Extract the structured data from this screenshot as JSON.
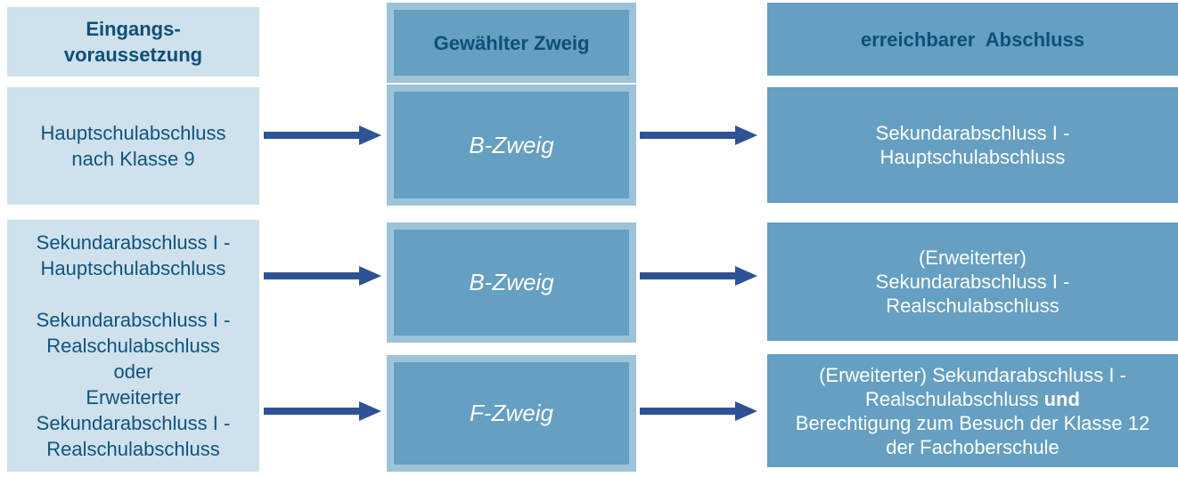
{
  "diagram": {
    "title_hint": "Schulzweig-Übersicht (Eingangsvoraussetzung → Zweig → Abschluss)",
    "colors": {
      "light_blue_fill": "#cee1ec",
      "pale_blue_border": "#9dc3d8",
      "medium_blue_fill": "#659fc1",
      "dark_blue_text": "#0e4f78",
      "arrow_blue": "#2e5296",
      "white_text": "#ffffff"
    },
    "columns": {
      "eingang": {
        "header": "Eingangs-\nvoraussetzung",
        "boxes": [
          {
            "text": "Hauptschulabschluss\nnach Klasse 9"
          },
          {
            "text": "Sekundarabschluss I -\nHauptschulabschluss\n\nSekundarabschluss I -\nRealschulabschluss\noder\nErweiterter\nSekundarabschluss I -\nRealschulabschluss"
          }
        ]
      },
      "zweig": {
        "header": "Gewählter Zweig",
        "boxes": [
          {
            "text": "B-Zweig"
          },
          {
            "text": "B-Zweig"
          },
          {
            "text": "F-Zweig"
          }
        ]
      },
      "abschluss": {
        "header": "erreichbarer  Abschluss",
        "boxes": [
          {
            "text": "Sekundarabschluss I -\nHauptschulabschluss"
          },
          {
            "text": "(Erweiterter)\nSekundarabschluss I -\nRealschulabschluss"
          },
          {
            "text_part1": "(Erweiterter) Sekundarabschluss I -\nRealschulabschluss ",
            "text_bold": "und",
            "text_part2": "\nBerechtigung zum Besuch der Klasse 12\nder Fachoberschule"
          }
        ]
      }
    }
  }
}
